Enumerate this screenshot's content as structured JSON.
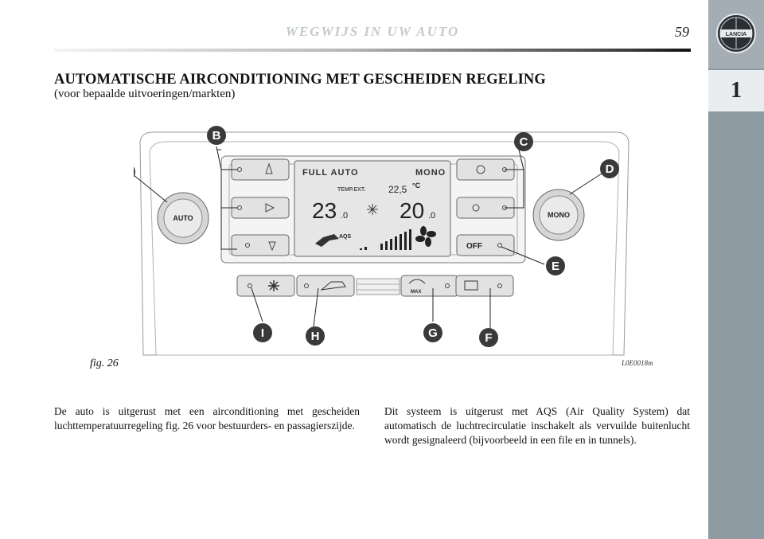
{
  "header": {
    "running_title": "WEGWIJS IN UW AUTO",
    "page_number": "59"
  },
  "sidebar": {
    "chapter": "1",
    "logo_text": "LANCIA"
  },
  "section": {
    "title": "AUTOMATISCHE AIRCONDITIONING MET GESCHEIDEN REGELING",
    "subtitle": "(voor bepaalde uitvoeringen/markten)"
  },
  "figure": {
    "caption": "fig. 26",
    "code": "L0E0018m",
    "callouts": {
      "A": "A",
      "B": "B",
      "C": "C",
      "D": "D",
      "E": "E",
      "F": "F",
      "G": "G",
      "H": "H",
      "I": "I"
    },
    "display": {
      "full_auto": "FULL AUTO",
      "mono": "MONO",
      "temp_ext_label": "TEMP.EXT.",
      "temp_ext_value": "22,5",
      "temp_unit": "°C",
      "temp_left": "23",
      "temp_left_dec": ".0",
      "temp_right": "20",
      "temp_right_dec": ".0",
      "aqs": "AQS"
    },
    "knob_left_label": "AUTO",
    "knob_right_label": "MONO",
    "off_button_label": "OFF",
    "max_label": "MAX"
  },
  "body": {
    "left_paragraph": "De auto is uitgerust met een airconditioning met gescheiden luchttemperatuurregeling fig. 26 voor bestuurders- en passagierszijde.",
    "right_paragraph": "Dit systeem is uitgerust met AQS (Air Quality System) dat automatisch de luchtrecirculatie inschakelt als vervuilde buitenlucht wordt gesignaleerd (bijvoorbeeld in een file en in tunnels)."
  },
  "colors": {
    "sidebar": "#8e9ba2",
    "callout_badge": "#3a3a3a",
    "lcd": "#e6e6e6"
  }
}
